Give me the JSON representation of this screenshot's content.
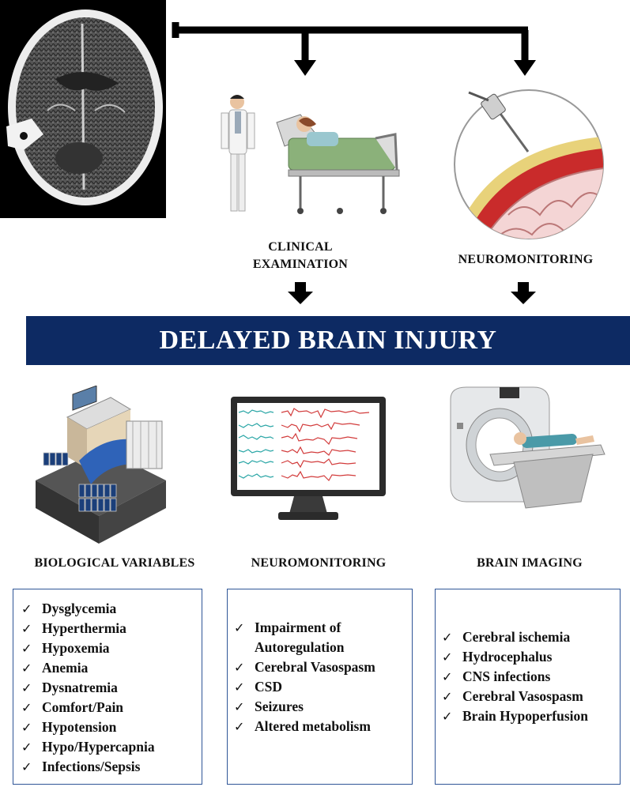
{
  "top": {
    "ct_scan_image": "brain-ct-scan",
    "clinical_label_line1": "CLINICAL",
    "clinical_label_line2": "EXAMINATION",
    "neuromonitoring_label": "NEUROMONITORING"
  },
  "banner": {
    "title": "DELAYED BRAIN INJURY"
  },
  "columns": [
    {
      "heading": "BIOLOGICAL VARIABLES",
      "icon": "lab-analyzer-icon",
      "items": [
        "Dysglycemia",
        "Hyperthermia",
        "Hypoxemia",
        "Anemia",
        "Dysnatremia",
        "Comfort/Pain",
        "Hypotension",
        "Hypo/Hypercapnia",
        "Infections/Sepsis"
      ]
    },
    {
      "heading": "NEUROMONITORING",
      "icon": "eeg-monitor-icon",
      "items": [
        "Impairment of",
        "Autoregulation",
        "Cerebral Vasospasm",
        "CSD",
        "Seizures",
        "Altered metabolism"
      ]
    },
    {
      "heading": "BRAIN IMAGING",
      "icon": "ct-scanner-icon",
      "items": [
        "Cerebral ischemia",
        "Hydrocephalus",
        "CNS infections",
        "Cerebral Vasospasm",
        "Brain Hypoperfusion"
      ]
    }
  ],
  "colors": {
    "banner": "#0d2a63",
    "box_border": "#2f5597",
    "eeg_teal": "#2aa6a6",
    "eeg_red": "#d23b3b"
  }
}
